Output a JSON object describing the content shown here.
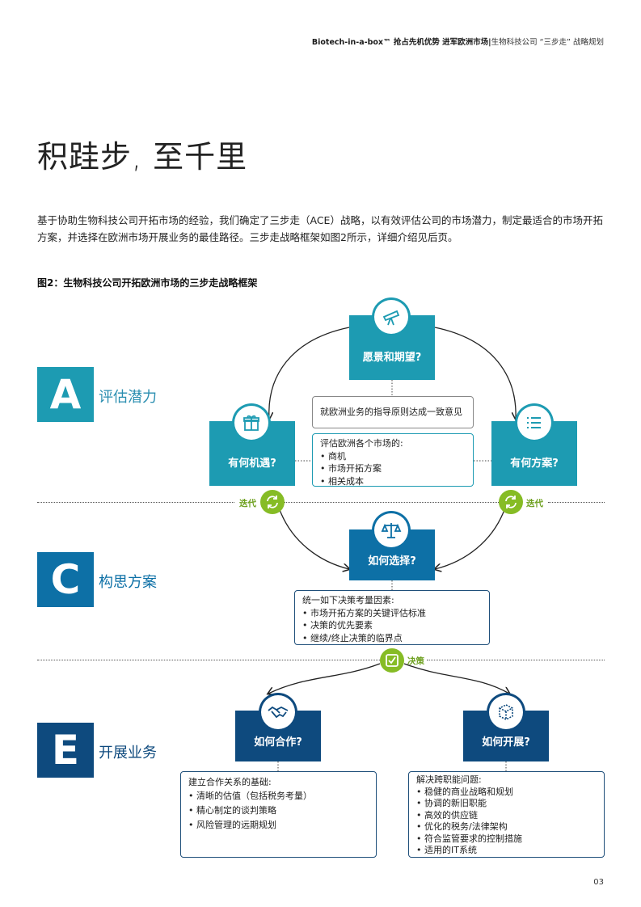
{
  "header": {
    "bold": "Biotech-in-a-box™ 抢占先机优势 进军欧洲市场|",
    "rest": "生物科技公司 “三步走” 战略规划"
  },
  "title": "积跬步, 至千里",
  "intro": "基于协助生物科技公司开拓市场的经验，我们确定了三步走（ACE）战略，以有效评估公司的市场潜力，制定最适合的市场开拓方案，并选择在欧洲市场开展业务的最佳路径。三步走战略框架如图2所示，详细介绍见后页。",
  "figure_title": "图2：生物科技公司开拓欧洲市场的三步走战略框架",
  "steps": [
    {
      "letter": "A",
      "label": "评估潜力",
      "color": "#1d9bb2"
    },
    {
      "letter": "C",
      "label": "构思方案",
      "color": "#0d70a6"
    },
    {
      "letter": "E",
      "label": "开展业务",
      "color": "#0e4a7e"
    }
  ],
  "cards": {
    "vision": "愿景和期望?",
    "opportunity": "有何机遇?",
    "plan": "有何方案?",
    "choice": "如何选择?",
    "cooperate": "如何合作?",
    "develop": "如何开展?"
  },
  "notes": {
    "consensus": "就欧洲业务的指导原则达成一致意见",
    "evaluate": {
      "heading": "评估欧洲各个市场的:",
      "items": [
        "商机",
        "市场开拓方案",
        "相关成本"
      ]
    },
    "decide": {
      "heading": "统一如下决策考量因素:",
      "items": [
        "市场开拓方案的关键评估标准",
        "决策的优先要素",
        "继续/终止决策的临界点"
      ]
    },
    "cooperate": {
      "heading": "建立合作关系的基础:",
      "items": [
        "清晰的估值（包括税务考量）",
        "精心制定的谈判策略",
        "风险管理的远期规划"
      ]
    },
    "develop": {
      "heading": "解决跨职能问题:",
      "items": [
        "稳健的商业战略和规划",
        "协调的新旧职能",
        "高效的供应链",
        "优化的税务/法律架构",
        "符合监管要求的控制措施",
        "适用的IT系统"
      ]
    }
  },
  "iterate_label": "迭代",
  "decision_label": "决策",
  "page_number": "03",
  "icons": [
    "telescope-icon",
    "gift-icon",
    "list-icon",
    "cycle-icon",
    "scale-icon",
    "check-icon",
    "handshake-icon",
    "cube-icon"
  ]
}
